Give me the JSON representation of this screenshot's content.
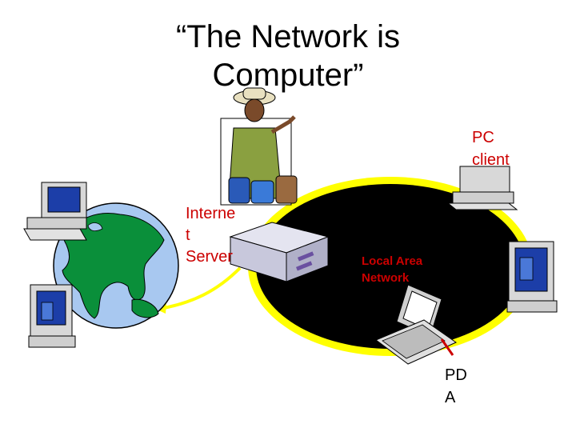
{
  "title": "“The Network is\nComputer”",
  "labels": {
    "internet_server": "Interne\nt\nServer",
    "pc_client": "PC\nclient",
    "lan": "Local Area\nNetwork",
    "pda": "PD\nA"
  },
  "colors": {
    "lan_fill": "#000000",
    "lan_ring": "#ffff00",
    "label_red": "#cc0000",
    "globe_ocean": "#a8c8f0",
    "globe_land": "#0a8f3a",
    "arrow": "#ffff00"
  },
  "icons": [
    "globe-icon",
    "person-icon",
    "server-icon",
    "desktop-pc-icon",
    "laptop-icon"
  ]
}
